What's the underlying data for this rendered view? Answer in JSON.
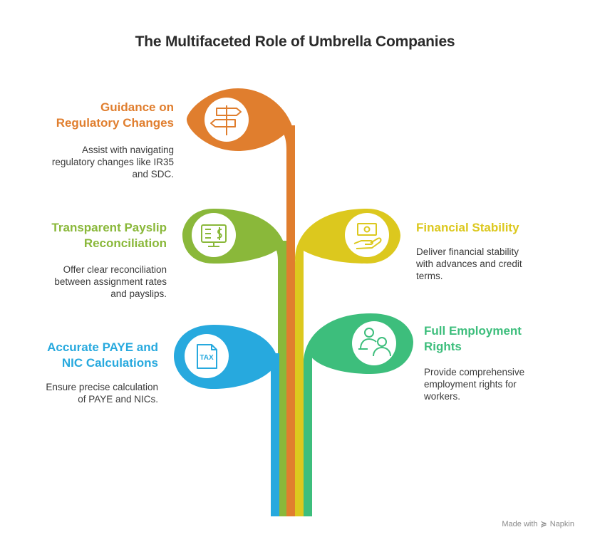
{
  "title": "The Multifaceted Role of Umbrella Companies",
  "items": [
    {
      "title": "Guidance on Regulatory Changes",
      "title_lines": [
        "Guidance on",
        "Regulatory Changes"
      ],
      "desc_lines": [
        "Assist with navigating",
        "regulatory changes like IR35",
        "and SDC."
      ],
      "color": "#E07E2E",
      "icon": "signpost-icon"
    },
    {
      "title": "Transparent Payslip Reconciliation",
      "title_lines": [
        "Transparent Payslip",
        "Reconciliation"
      ],
      "desc_lines": [
        "Offer clear reconciliation",
        "between assignment rates",
        "and payslips."
      ],
      "color": "#8AB83A",
      "icon": "payslip-monitor-icon"
    },
    {
      "title": "Financial Stability",
      "title_lines": [
        "Financial Stability"
      ],
      "desc_lines": [
        "Deliver financial stability",
        "with advances and credit",
        "terms."
      ],
      "color": "#DCC81E",
      "icon": "money-hand-icon"
    },
    {
      "title": "Accurate PAYE and NIC Calculations",
      "title_lines": [
        "Accurate PAYE and",
        "NIC Calculations"
      ],
      "desc_lines": [
        "Ensure precise calculation",
        "of PAYE and NICs."
      ],
      "color": "#27A9DE",
      "icon": "tax-document-icon",
      "icon_text": "TAX"
    },
    {
      "title": "Full Employment Rights",
      "title_lines": [
        "Full Employment",
        "Rights"
      ],
      "desc_lines": [
        "Provide comprehensive",
        "employment rights for",
        "workers."
      ],
      "color": "#3DBE7C",
      "icon": "workers-icon"
    }
  ],
  "footer": {
    "made_with": "Made with",
    "brand": "Napkin"
  }
}
